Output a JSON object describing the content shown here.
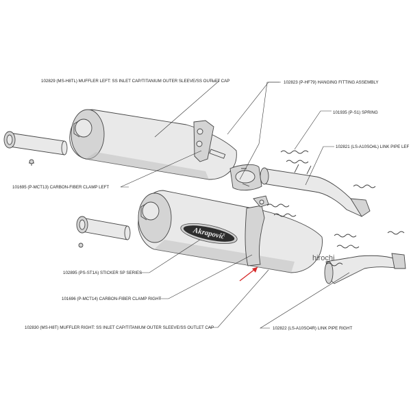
{
  "labels": {
    "muffler_left": "102829 (MS-H8TL) MUFFLER LEFT: SS INLET CAP/TITANIUM OUTER SLEEVE/SS OUTLET CAP",
    "hanging_fitting": "102823 (P-HF79) HANGING FITTING ASSEMBLY",
    "spring": "101935 (P-S1) SPRING",
    "link_pipe_left": "102821 (LS-A10SO4L) LINK PIPE LEF",
    "clamp_left": "101695 (P-MCT13) CARBON-FIBER CLAMP LEFT",
    "sticker": "102895 (PS-ST1A) STICKER SP SERIES",
    "clamp_right": "101696 (P-MCT14) CARBON-FIBER CLAMP RIGHT",
    "muffler_right": "102830 (MS-H8T) MUFFLER RIGHT: SS INLET CAP/TITANIUM OUTER SLEEVE/SS OUTLET CAP",
    "link_pipe_right": "102822 (LS-A10SO4R) LINK PIPE RIGHT"
  },
  "logo_text": "Akrapovič",
  "watermark": "hirochi",
  "colors": {
    "arrow": "#d62a2a",
    "line": "#333333",
    "part_fill": "#e9e9e9"
  }
}
